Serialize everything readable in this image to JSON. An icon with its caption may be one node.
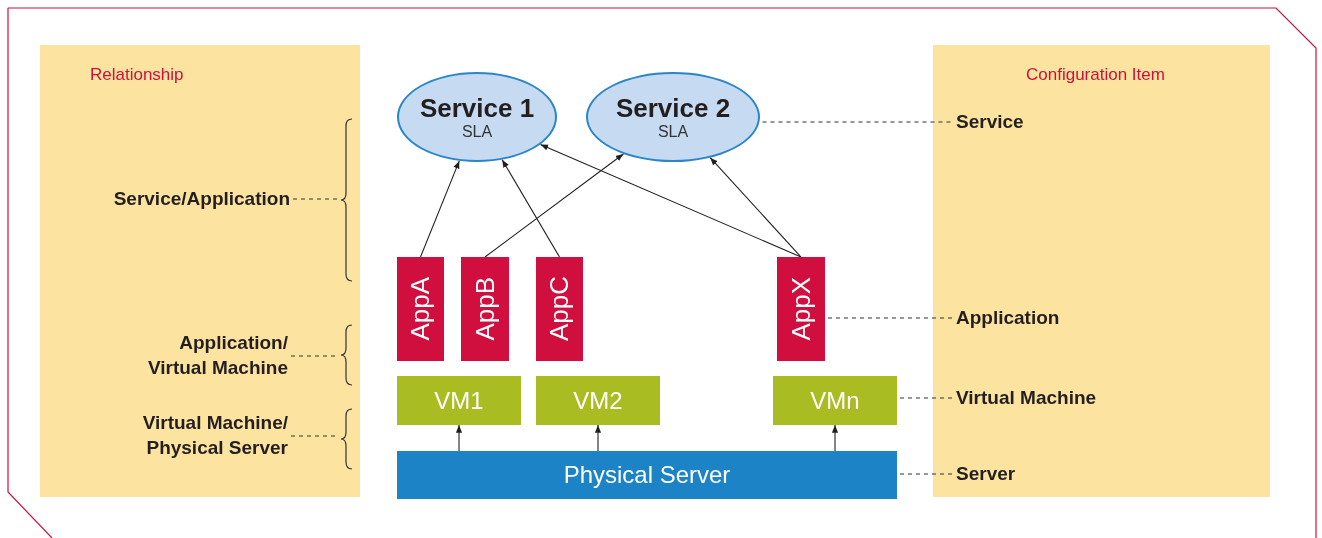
{
  "diagram": {
    "nodes": [
      {
        "text": [
          "Relationship"
        ]
      },
      {
        "text": [
          "Configuration Item"
        ]
      },
      {
        "text": [
          "Service 1",
          "SLA"
        ]
      },
      {
        "text": [
          "Service 2",
          "SLA"
        ]
      },
      {
        "text": [
          "AppA"
        ]
      },
      {
        "text": [
          "AppB"
        ]
      },
      {
        "text": [
          "AppC"
        ]
      },
      {
        "text": [
          "AppX"
        ]
      },
      {
        "text": [
          "VM1"
        ]
      },
      {
        "text": [
          "VM2"
        ]
      },
      {
        "text": [
          "VMn"
        ]
      },
      {
        "text": [
          "Physical Server"
        ]
      },
      {
        "text": [
          "Service/Application"
        ],
        "in": 0
      },
      {
        "text": [
          "Application/ Virtual Machine"
        ],
        "in": 0
      },
      {
        "text": [
          "Virtual Machine/ Physical Server"
        ],
        "in": 0
      },
      {
        "text": [
          "Service"
        ],
        "in": 1
      },
      {
        "text": [
          "Application"
        ],
        "in": 1
      },
      {
        "text": [
          "Virtual Machine"
        ],
        "in": 1
      },
      {
        "text": [
          "Server"
        ],
        "in": 1
      },
      {
        "text": [],
        "shape": "brace",
        "in": 0
      },
      {
        "text": [],
        "shape": "brace",
        "in": 0
      },
      {
        "text": [],
        "shape": "brace",
        "in": 0
      }
    ],
    "edges": [
      {
        "from": 4,
        "to": 2,
        "arrow": "to"
      },
      {
        "from": 5,
        "to": 3,
        "arrow": "to"
      },
      {
        "from": 6,
        "to": 2,
        "arrow": "to"
      },
      {
        "from": 7,
        "to": 2,
        "arrow": "to"
      },
      {
        "from": 7,
        "to": 3,
        "arrow": "to"
      },
      {
        "from": 11,
        "to": 8,
        "arrow": "to"
      },
      {
        "from": 11,
        "to": 9,
        "arrow": "to"
      },
      {
        "from": 11,
        "to": 10,
        "arrow": "to"
      },
      {
        "from": 12,
        "to": 19,
        "arrow": "none",
        "style": "dashed"
      },
      {
        "from": 13,
        "to": 20,
        "arrow": "none",
        "style": "dashed"
      },
      {
        "from": 14,
        "to": 21,
        "arrow": "none",
        "style": "dashed"
      },
      {
        "from": 3,
        "to": 15,
        "arrow": "none",
        "style": "dashed"
      },
      {
        "from": 7,
        "to": 16,
        "arrow": "none",
        "style": "dashed"
      },
      {
        "from": 10,
        "to": 17,
        "arrow": "none",
        "style": "dashed"
      },
      {
        "from": 11,
        "to": 18,
        "arrow": "none",
        "style": "dashed"
      }
    ]
  }
}
